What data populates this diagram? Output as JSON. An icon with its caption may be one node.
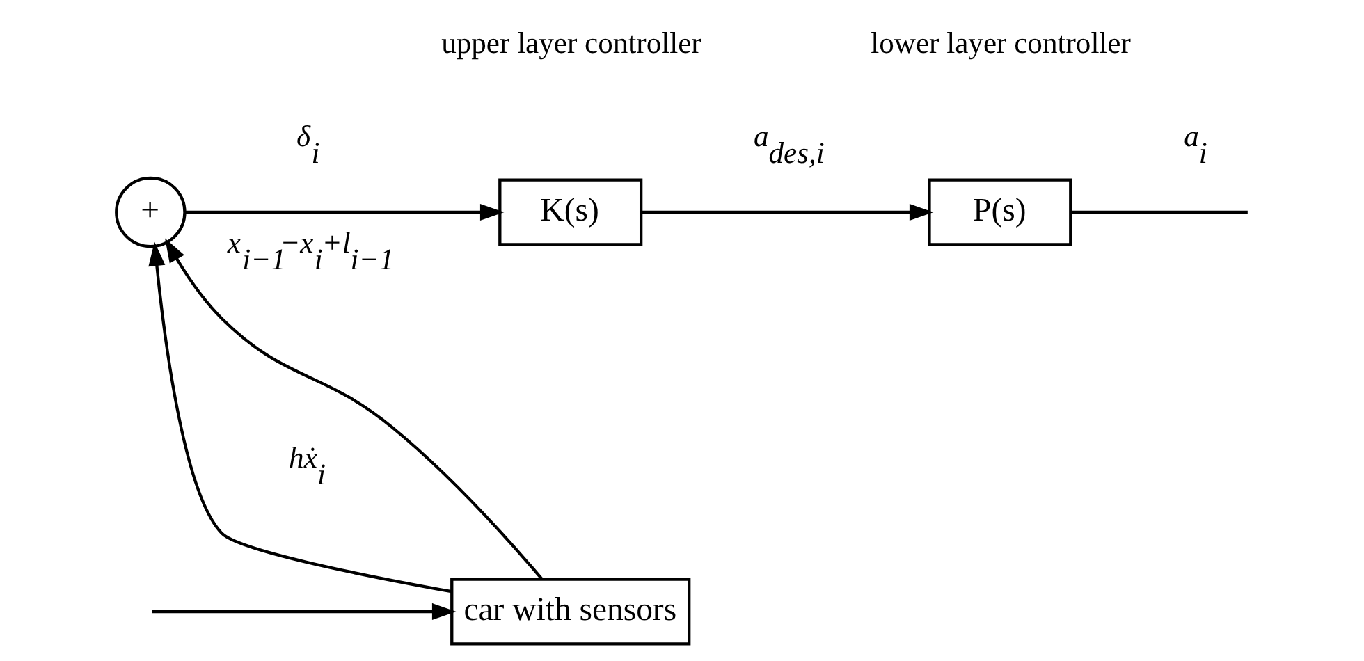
{
  "diagram": {
    "nodes": [
      {
        "text": [
          "+"
        ]
      },
      {
        "text": [
          "K(s)"
        ],
        "beside": [
          "upper layer controller"
        ]
      },
      {
        "text": [
          "P(s)"
        ],
        "beside": [
          "lower layer controller"
        ]
      },
      {
        "text": [
          "car with sensors"
        ]
      }
    ],
    "edges": [
      {
        "from": 0,
        "to": 1,
        "arrow": "to",
        "label": "δ$_{i}$"
      },
      {
        "from": 1,
        "to": 2,
        "arrow": "to",
        "label": "a$_{des,i}$"
      },
      {
        "from": 2,
        "to": null,
        "arrow": "none",
        "label": "a$_{i}$"
      },
      {
        "from": null,
        "to": 3,
        "arrow": "to"
      },
      {
        "from": 3,
        "to": 0,
        "arrow": "to",
        "label": "x$_{i−1}$−x$_{i}$+l$_{i−1}$"
      },
      {
        "from": 3,
        "to": 0,
        "arrow": "to",
        "label": "hẋ$_{i}$"
      }
    ]
  }
}
